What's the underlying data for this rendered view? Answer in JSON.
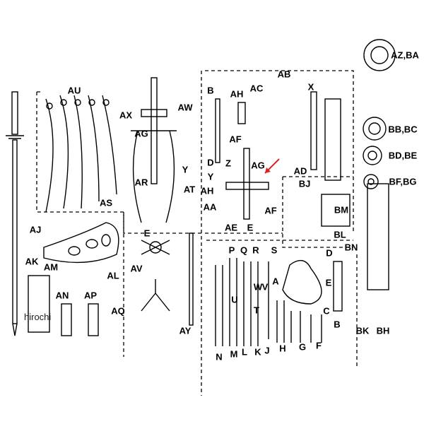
{
  "watermark": "hirochi",
  "labels": [
    "AU",
    "AX",
    "AW",
    "AG",
    "AR",
    "Y",
    "AT",
    "AS",
    "AJ",
    "E",
    "AK",
    "AM",
    "AL",
    "AV",
    "AN",
    "AP",
    "AQ",
    "AY",
    "B",
    "AH",
    "AC",
    "AB",
    "X",
    "AF",
    "D",
    "Z",
    "AG",
    "Y",
    "AH",
    "AA",
    "AE",
    "E",
    "AF",
    "AD",
    "BJ",
    "BM",
    "BL",
    "BN",
    "AZ,BA",
    "BB,BC",
    "BD,BE",
    "BF,BG",
    "BK",
    "BH",
    "P",
    "Q",
    "R",
    "S",
    "A",
    "D",
    "E",
    "W",
    "V",
    "U",
    "T",
    "C",
    "B",
    "N",
    "M",
    "L",
    "K",
    "J",
    "H",
    "G",
    "F"
  ],
  "colors": {
    "ink": "#000000",
    "pointer": "#e02020"
  }
}
